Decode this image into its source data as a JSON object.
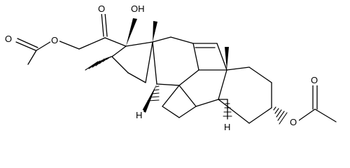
{
  "atoms": {
    "o_ketone": "O",
    "oh": "OH",
    "o_ester_left": "O",
    "o_carbonyl_left": "O",
    "h_c14": "H",
    "h_c5": "H",
    "o_ester_right": "O",
    "o_carbonyl_right": "O"
  }
}
